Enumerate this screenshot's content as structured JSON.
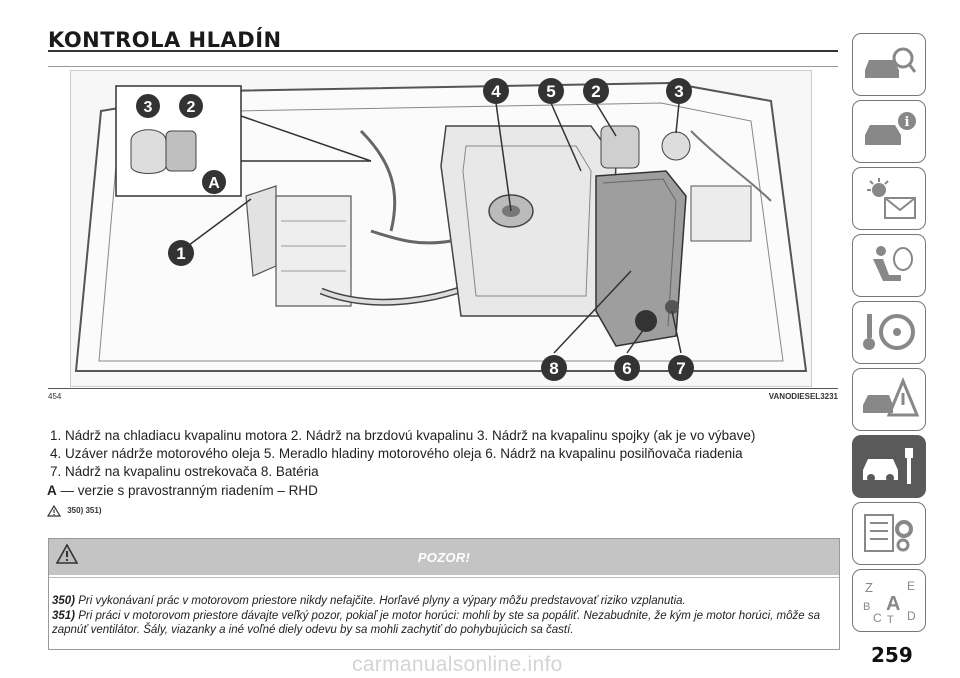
{
  "header": {
    "title": "KONTROLA HLADÍN"
  },
  "figure": {
    "number": "454",
    "code": "VANODIESEL3231",
    "callouts": [
      "1",
      "2",
      "3",
      "4",
      "5",
      "6",
      "7",
      "8",
      "A"
    ],
    "inset_callouts": [
      "3",
      "2",
      "A"
    ]
  },
  "legend": {
    "line1": "1. Nádrž na chladiacu kvapalinu motora  2. Nádrž na brzdovú kvapalinu  3. Nádrž na kvapalinu spojky (ak je vo výbave)",
    "line2": "4. Uzáver nádrže motorového oleja  5. Meradlo hladiny motorového oleja  6. Nádrž na kvapalinu posilňovača riadenia",
    "line3": "7. Nádrž na kvapalinu ostrekovača  8. Batéria",
    "variant_letter": "A",
    "variant_text": "— verzie s pravostranným riadením – RHD"
  },
  "references": "350) 351)",
  "warning": {
    "title": "POZOR!",
    "item1_num": "350)",
    "item1_text": "Pri vykonávaní prác v motorovom priestore nikdy nefajčite. Horľavé plyny a výpary môžu predstavovať riziko vzplanutia.",
    "item2_num": "351)",
    "item2_text": "Pri práci v motorovom priestore dávajte veľký pozor, pokiaľ je motor horúci: mohli by ste sa popáliť. Nezabudnite, že kým je motor horúci, môže sa zapnúť ventilátor. Šály, viazanky a iné voľné diely odevu by sa mohli zachytiť do pohybujúcich sa častí."
  },
  "sidebar": {
    "tabs": [
      {
        "icon": "car-search-icon",
        "active": false
      },
      {
        "icon": "car-info-icon",
        "active": false
      },
      {
        "icon": "warning-lights-icon",
        "active": false
      },
      {
        "icon": "airbag-seat-icon",
        "active": false
      },
      {
        "icon": "steering-wheel-key-icon",
        "active": false
      },
      {
        "icon": "car-emergency-icon",
        "active": false
      },
      {
        "icon": "car-wrench-icon",
        "active": true
      },
      {
        "icon": "specifications-gear-icon",
        "active": false
      },
      {
        "icon": "alphabetical-index-icon",
        "active": false
      }
    ],
    "index_letters": [
      "Z",
      "E",
      "A",
      "B",
      "C",
      "T",
      "D"
    ]
  },
  "page_number": "259",
  "watermark": "carmanualsonline.info",
  "colors": {
    "active_tab": "#5a5a5a",
    "warning_header": "#c4c4c4",
    "callout": "#333333"
  }
}
